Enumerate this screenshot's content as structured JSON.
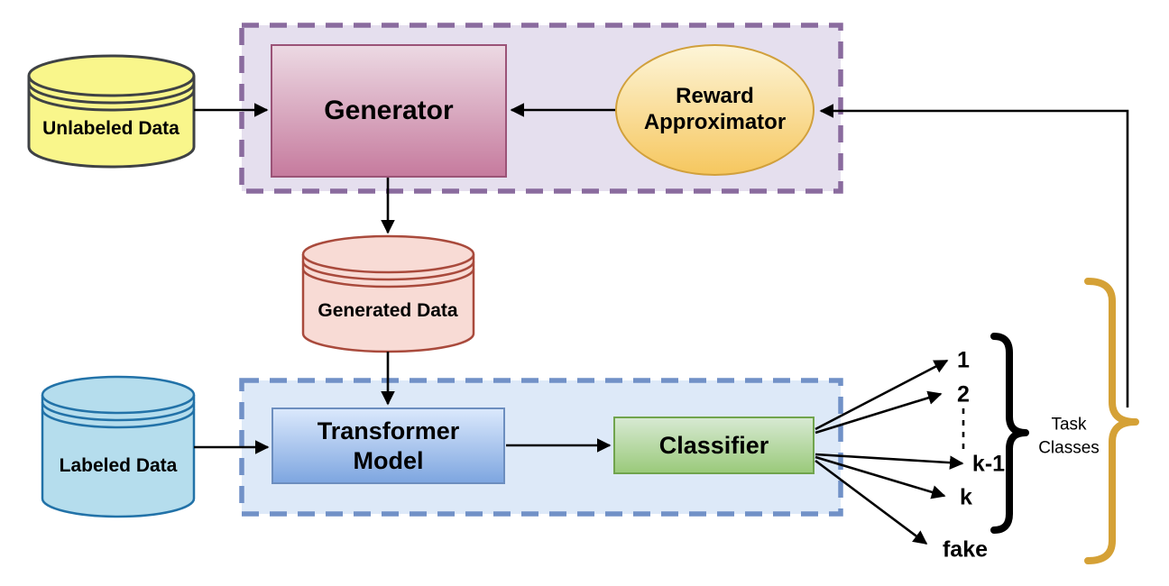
{
  "diagram": {
    "nodes": {
      "unlabeled_data": {
        "label": "Unlabeled Data",
        "shape": "cylinder"
      },
      "generator": {
        "label": "Generator",
        "shape": "box"
      },
      "reward_approximator": {
        "label": "Reward Approximator",
        "shape": "ellipse"
      },
      "generated_data": {
        "label": "Generated Data",
        "shape": "cylinder"
      },
      "labeled_data": {
        "label": "Labeled Data",
        "shape": "cylinder"
      },
      "transformer_model": {
        "label": "Transformer Model",
        "shape": "box"
      },
      "classifier": {
        "label": "Classifier",
        "shape": "box"
      }
    },
    "outputs": {
      "class_labels": [
        "1",
        "2",
        "k-1",
        "k"
      ],
      "fake_label": "fake",
      "group_label": "Task Classes"
    },
    "edges": [
      {
        "from": "unlabeled-data",
        "to": "generator"
      },
      {
        "from": "reward-approximator",
        "to": "generator"
      },
      {
        "from": "generator",
        "to": "generated-data"
      },
      {
        "from": "generated-data",
        "to": "transformer-model"
      },
      {
        "from": "labeled-data",
        "to": "transformer-model"
      },
      {
        "from": "transformer-model",
        "to": "classifier"
      },
      {
        "from": "classifier",
        "to": "class-1"
      },
      {
        "from": "classifier",
        "to": "class-2"
      },
      {
        "from": "classifier",
        "to": "class-k-1"
      },
      {
        "from": "classifier",
        "to": "class-k"
      },
      {
        "from": "classifier",
        "to": "fake"
      },
      {
        "from": "outputs-group",
        "to": "reward-approximator"
      }
    ]
  },
  "colors": {
    "background": "#ffffff",
    "text": "#000000",
    "arrow": "#000000",
    "purple_box_fill": "#e5dfee",
    "purple_box_stroke": "#8a6b9e",
    "blue_box_fill": "#dde9f8",
    "blue_box_stroke": "#7191c7",
    "generator_top": "#ecd9e3",
    "generator_bottom": "#c67b9e",
    "generator_stroke": "#9b5377",
    "reward_top": "#fdf5d8",
    "reward_bottom": "#f6c75f",
    "reward_stroke": "#d1a03c",
    "transformer_top": "#dae8fc",
    "transformer_bottom": "#7ea6e0",
    "transformer_stroke": "#6c8ebf",
    "classifier_top": "#d7e9d2",
    "classifier_bottom": "#9bca7b",
    "classifier_stroke": "#70a44d",
    "unlabeled_fill": "#f9f68b",
    "unlabeled_stroke": "#3f4245",
    "generated_fill": "#f8dbd5",
    "generated_stroke": "#a94a3c",
    "labeled_fill": "#b5dded",
    "labeled_stroke": "#2272a8",
    "brace_black": "#000000",
    "brace_gold": "#d5a136"
  }
}
